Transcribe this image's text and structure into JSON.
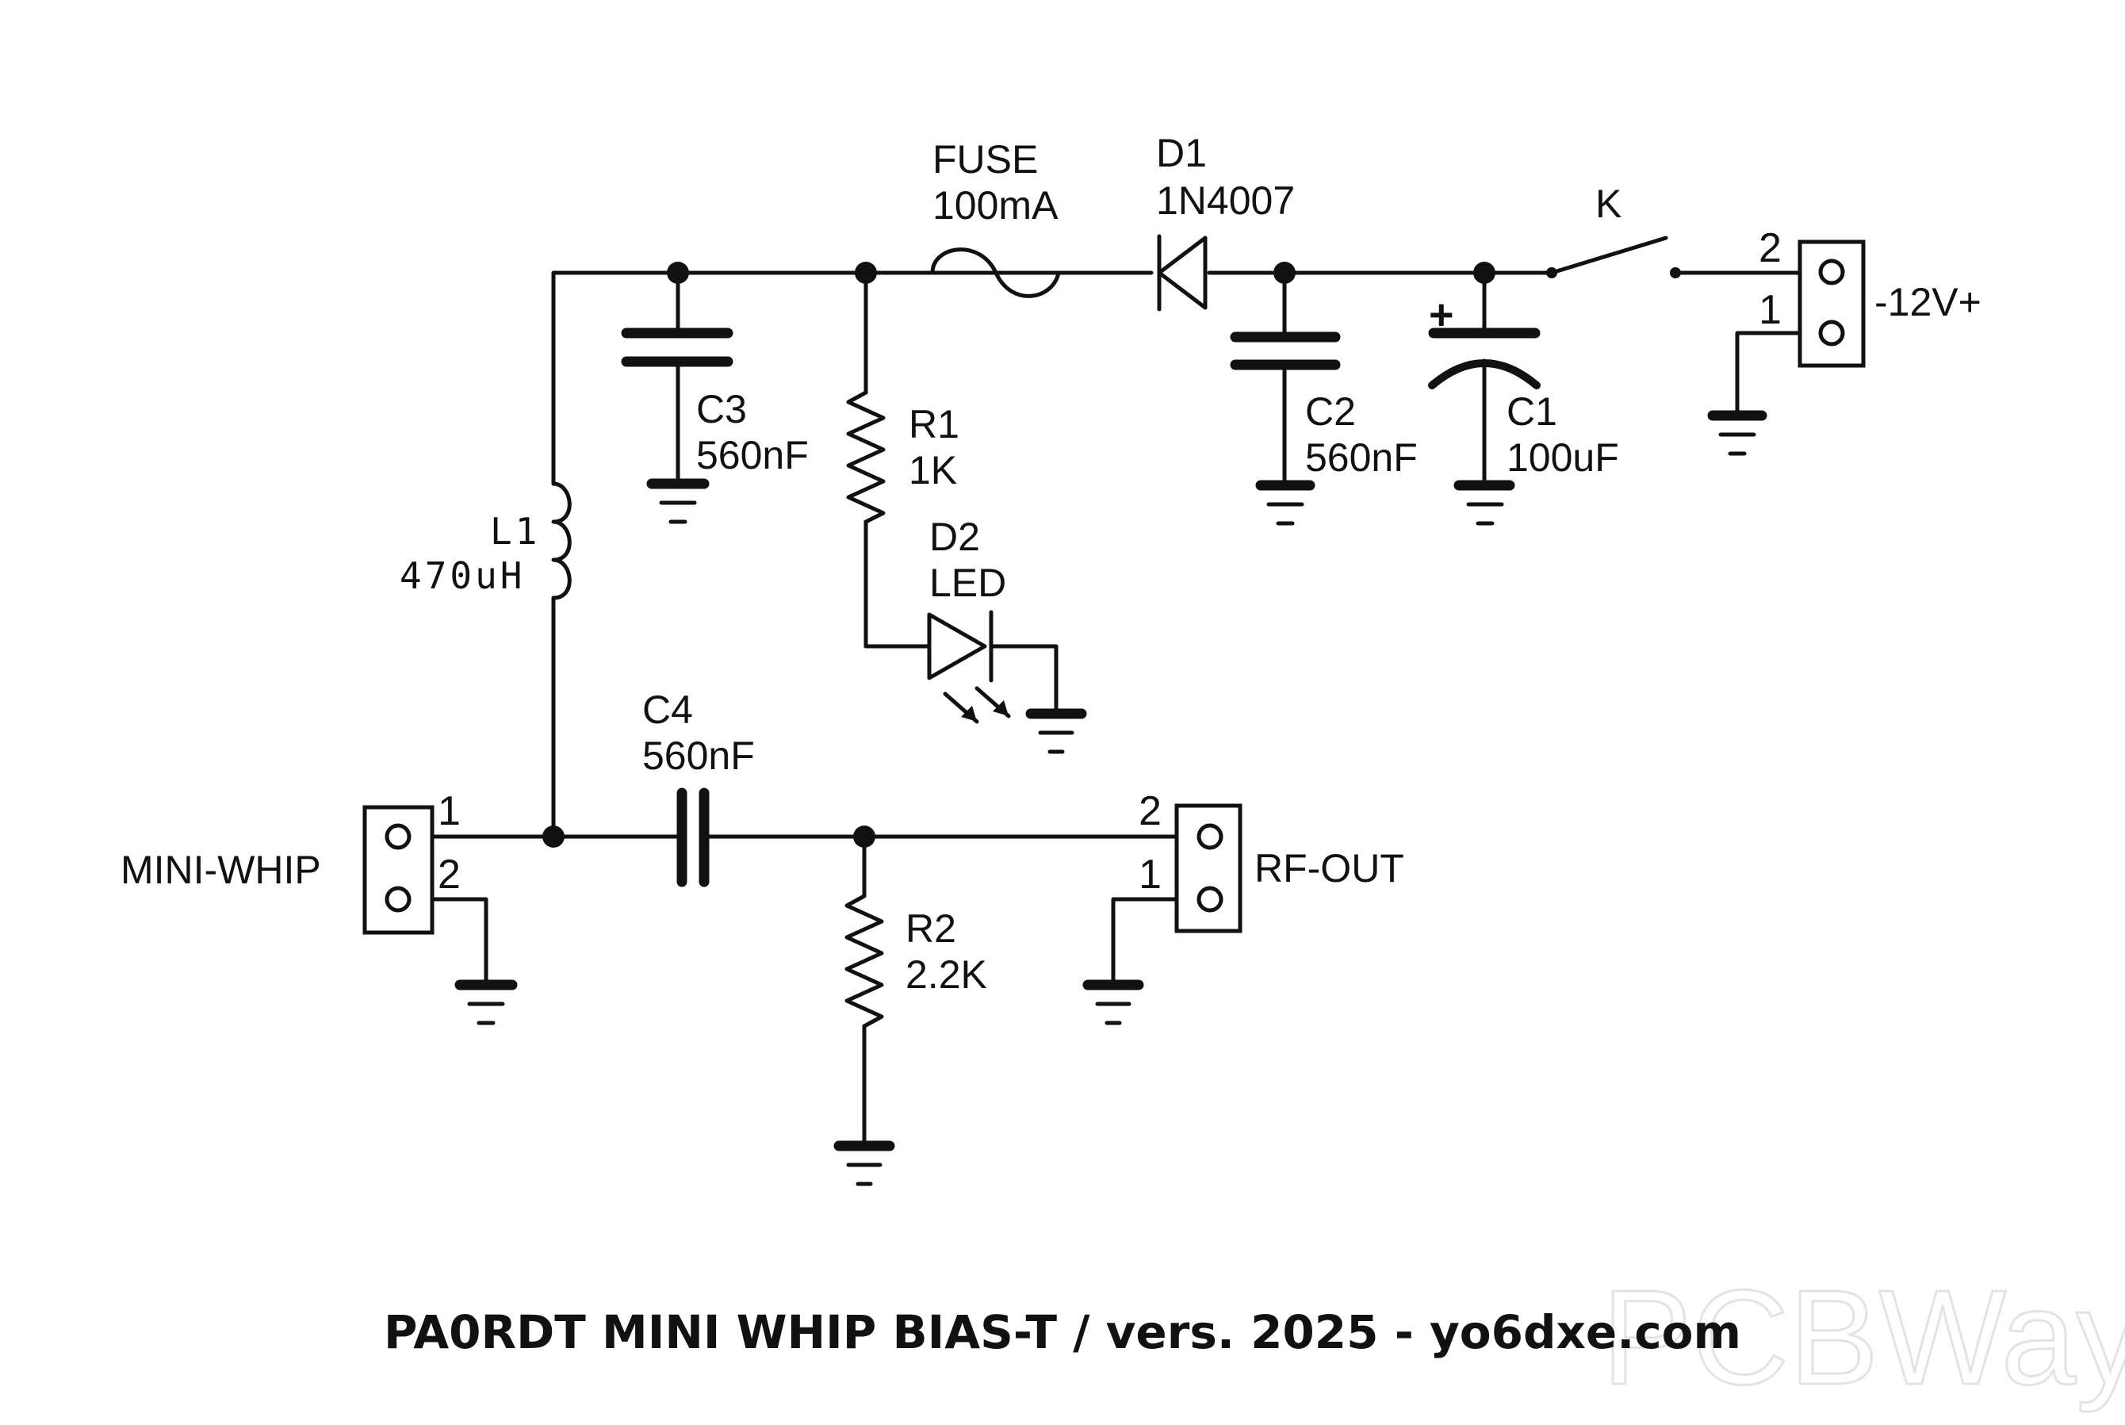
{
  "title": "PA0RDT MINI WHIP BIAS-T / vers. 2025 - yo6dxe.com",
  "watermark": "PCBWay",
  "components": {
    "fuse": {
      "ref": "FUSE",
      "value": "100mA"
    },
    "d1": {
      "ref": "D1",
      "value": "1N4007"
    },
    "k": {
      "ref": "K"
    },
    "c3": {
      "ref": "C3",
      "value": "560nF"
    },
    "r1": {
      "ref": "R1",
      "value": "1K"
    },
    "c2": {
      "ref": "C2",
      "value": "560nF"
    },
    "c1": {
      "ref": "C1",
      "value": "100uF",
      "polarity": "+"
    },
    "l1": {
      "ref": "L1",
      "value": "470uH"
    },
    "d2": {
      "ref": "D2",
      "value": "LED"
    },
    "c4": {
      "ref": "C4",
      "value": "560nF"
    },
    "r2": {
      "ref": "R2",
      "value": "2.2K"
    }
  },
  "connectors": {
    "power": {
      "label": "-12V+",
      "pin_top": "2",
      "pin_bottom": "1"
    },
    "mini_whip": {
      "label": "MINI-WHIP",
      "pin_top": "1",
      "pin_bottom": "2"
    },
    "rf_out": {
      "label": "RF-OUT",
      "pin_top": "2",
      "pin_bottom": "1"
    }
  },
  "colors": {
    "ink": "#111111",
    "background": "#ffffff",
    "watermark": "#e3e3e3"
  }
}
